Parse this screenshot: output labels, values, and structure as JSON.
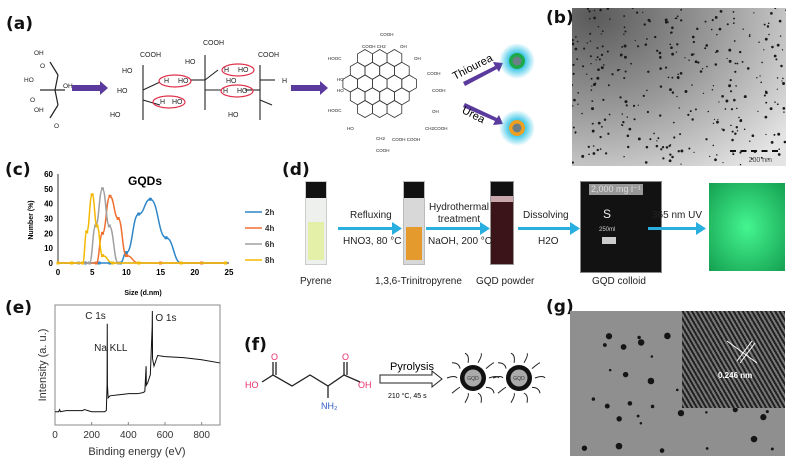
{
  "panels": {
    "a": {
      "label": "(a)",
      "reagent_top": "Thiourea",
      "reagent_bottom": "Urea",
      "polymer_labels": [
        "COOH",
        "COOH",
        "COOH",
        "HO",
        "HO",
        "HO",
        "HO",
        "HO",
        "HO",
        "H",
        "HO",
        "H",
        "HO",
        "H",
        "HO",
        "H",
        "HO",
        "H"
      ],
      "gqd_labels": [
        "COOH",
        "COOH CH2",
        "OH",
        "HOOC",
        "OH",
        "HO",
        "COOH",
        "HO",
        "COOH",
        "HOOC",
        "OH",
        "HO",
        "CH2COOH",
        "CH2",
        "COOH COOH",
        "COOH"
      ],
      "colors": {
        "arrow": "#5b3a9e",
        "glow": "#33c4e6",
        "green_ring": "#1fa84a",
        "orange_ring": "#f0a020",
        "core": "#6a7f86",
        "highlight": "#e0304a"
      }
    },
    "b": {
      "label": "(b)",
      "scale_bar": "200 nm"
    },
    "c": {
      "label": "(c)"
    },
    "d": {
      "label": "(d)",
      "steps": [
        {
          "caption": "Pyrene"
        },
        {
          "caption": "1,3,6-Trinitropyrene"
        },
        {
          "caption": "GQD powder"
        },
        {
          "caption": "GQD colloid"
        },
        {
          "caption": ""
        }
      ],
      "arrows": [
        {
          "top": "Refluxing",
          "bottom": "HNO3, 80 °C"
        },
        {
          "top": "Hydrothermal treatment",
          "bottom": "NaOH, 200 °C"
        },
        {
          "top": "Dissolving",
          "bottom": "H2O"
        },
        {
          "top": "365 nm UV",
          "bottom": ""
        }
      ],
      "beaker_text": "2,000 mg l⁻¹",
      "beaker_volume": "250ml",
      "colors": {
        "arrow": "#29aee0",
        "pyrene": "#e4f0a8",
        "trinitro": "#e59a2e",
        "powder": "#3a1418",
        "fluor": "#25e07a"
      }
    },
    "e": {
      "label": "(e)"
    },
    "f": {
      "label": "(f)",
      "molecule": {
        "left": "HO",
        "o1": "O",
        "o2": "O",
        "right": "OH",
        "amine": "NH₂"
      },
      "arrow_top": "Pyrolysis",
      "arrow_bottom": "210 °C, 45 s",
      "dot_label": "GQD"
    },
    "g": {
      "label": "(g)",
      "lattice_spacing": "0.246 nm"
    }
  },
  "chart_data": [
    {
      "panel": "c",
      "type": "line",
      "title": "GQDs",
      "xlabel": "Size (d.nm)",
      "ylabel": "Number (%)",
      "xlim": [
        0,
        25
      ],
      "ylim": [
        0,
        60
      ],
      "xticks": [
        0,
        5,
        10,
        15,
        20,
        25
      ],
      "yticks": [
        0,
        10,
        20,
        30,
        40,
        50,
        60
      ],
      "legend": "right",
      "series": [
        {
          "name": "2h",
          "color": "#2e86c8",
          "marker": "diamond",
          "x": [
            0,
            2,
            4,
            6,
            7.6,
            9.1,
            10,
            11.8,
            13.5,
            15.8,
            18,
            21,
            24.5
          ],
          "y": [
            0,
            0,
            0,
            0,
            0,
            0,
            7,
            33,
            43,
            17,
            0,
            0,
            0
          ]
        },
        {
          "name": "4h",
          "color": "#f07030",
          "marker": "square",
          "x": [
            0,
            3,
            5.6,
            6.5,
            7.6,
            8.8,
            10,
            11.8,
            15,
            18,
            21,
            24.5
          ],
          "y": [
            0,
            0,
            0,
            20,
            45,
            30,
            5,
            0,
            0,
            0,
            0,
            0
          ]
        },
        {
          "name": "6h",
          "color": "#a0a0a0",
          "marker": "triangle",
          "x": [
            0,
            3,
            4.6,
            5.5,
            6.5,
            7.5,
            8.8,
            11.8,
            18,
            24.5
          ],
          "y": [
            0,
            0,
            0,
            25,
            50,
            25,
            0,
            0,
            0,
            0
          ]
        },
        {
          "name": "8h",
          "color": "#f5b800",
          "marker": "x",
          "x": [
            0,
            2,
            3.6,
            4.2,
            5,
            5.7,
            6.5,
            8,
            11.8,
            18,
            24.5
          ],
          "y": [
            0,
            0,
            0,
            21,
            46,
            25,
            5,
            0,
            0,
            0,
            0
          ]
        }
      ]
    },
    {
      "panel": "e",
      "type": "line",
      "xlabel": "Binding energy (eV)",
      "ylabel": "Intensity (a. u.)",
      "xlim": [
        0,
        900
      ],
      "xticks": [
        0,
        200,
        400,
        600,
        800
      ],
      "annotations": [
        {
          "text": "C 1s",
          "x": 285
        },
        {
          "text": "Na KLL",
          "x": 497
        },
        {
          "text": "O 1s",
          "x": 531
        }
      ],
      "series": [
        {
          "name": "XPS survey",
          "color": "#111111",
          "x": [
            0,
            20,
            25,
            30,
            60,
            100,
            150,
            160,
            200,
            240,
            270,
            280,
            284,
            285,
            286,
            290,
            300,
            350,
            400,
            450,
            480,
            490,
            496,
            497,
            498,
            505,
            520,
            530,
            531,
            532,
            540,
            560,
            600,
            700,
            800,
            900
          ],
          "y": [
            5,
            5,
            7,
            5,
            6,
            6,
            6,
            7,
            5,
            5,
            5,
            6,
            30,
            88,
            30,
            18,
            20,
            21,
            22,
            22,
            23,
            24,
            45,
            48,
            30,
            32,
            40,
            85,
            100,
            55,
            48,
            58,
            57,
            56,
            54,
            51
          ]
        }
      ]
    }
  ]
}
